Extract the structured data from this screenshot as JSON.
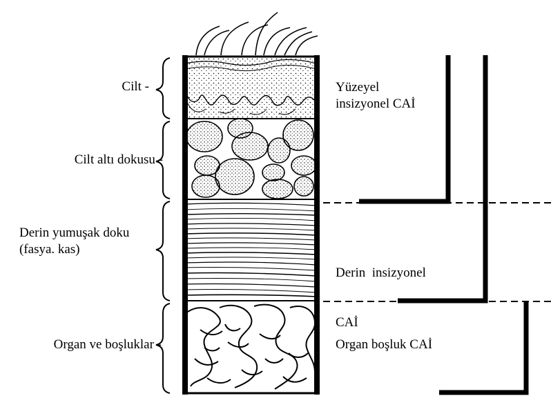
{
  "left_labels": {
    "skin": "Cilt",
    "subcutaneous": "Cilt altı dokusu",
    "deep_soft_tissue_line1": "Derin yumuşak doku",
    "deep_soft_tissue_line2": "(fasya. kas)",
    "organ_space": "Organ ve boşluklar"
  },
  "right_labels": {
    "superficial_line1": "Yüzeyel",
    "superficial_line2": "insizyonel CAİ",
    "deep_line1": "Derin  insizyonel",
    "deep_line2": "CAİ",
    "organ": "Organ boşluk CAİ"
  },
  "colors": {
    "ink": "#000000",
    "background": "#ffffff"
  }
}
